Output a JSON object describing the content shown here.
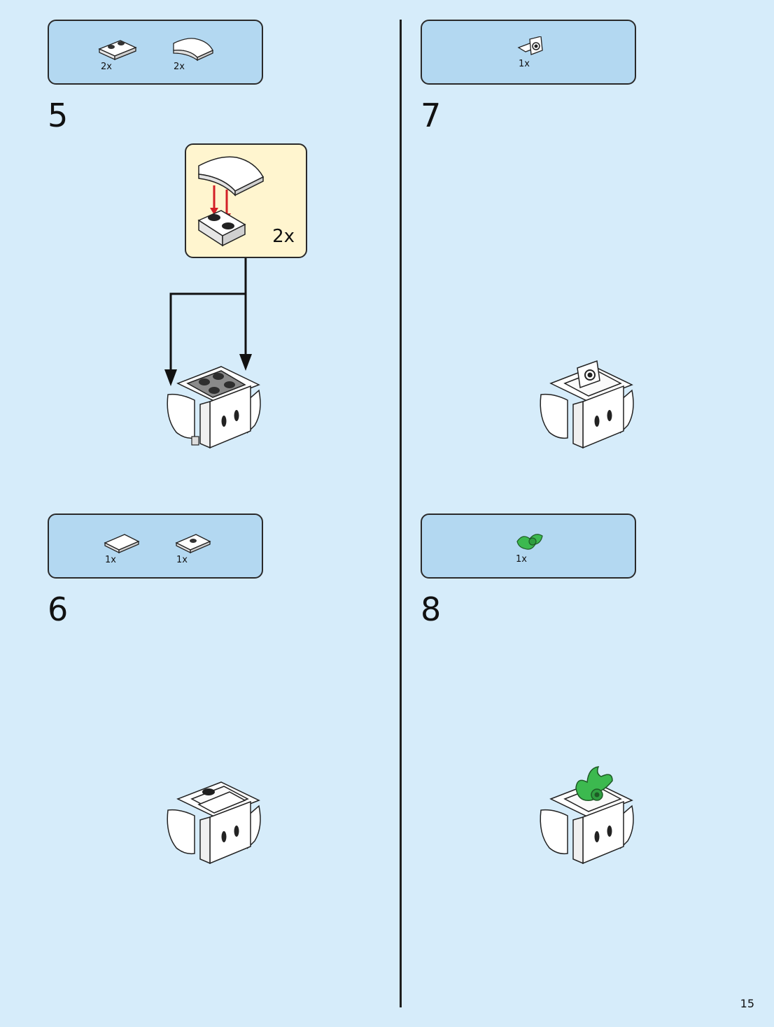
{
  "steps": {
    "s5": {
      "number": "5",
      "parts": [
        {
          "name": "plate-1x2",
          "qty": "2x"
        },
        {
          "name": "curved-slope-2x2",
          "qty": "2x"
        }
      ],
      "callout_qty": "2x"
    },
    "s6": {
      "number": "6",
      "parts": [
        {
          "name": "tile-1x2",
          "qty": "1x"
        },
        {
          "name": "jumper-plate-1x2",
          "qty": "1x"
        }
      ]
    },
    "s7": {
      "number": "7",
      "parts": [
        {
          "name": "bracket-with-stud",
          "qty": "1x"
        }
      ]
    },
    "s8": {
      "number": "8",
      "parts": [
        {
          "name": "plant-leaves-green",
          "qty": "1x"
        }
      ]
    }
  },
  "page_number": "15",
  "colors": {
    "background": "#d6ecfa",
    "parts_box": "#b3d8f1",
    "callout": "#fff5cf",
    "arrow_red": "#d32027",
    "leaf_green": "#3cb94f",
    "stud_dark": "#3a3a3a"
  }
}
